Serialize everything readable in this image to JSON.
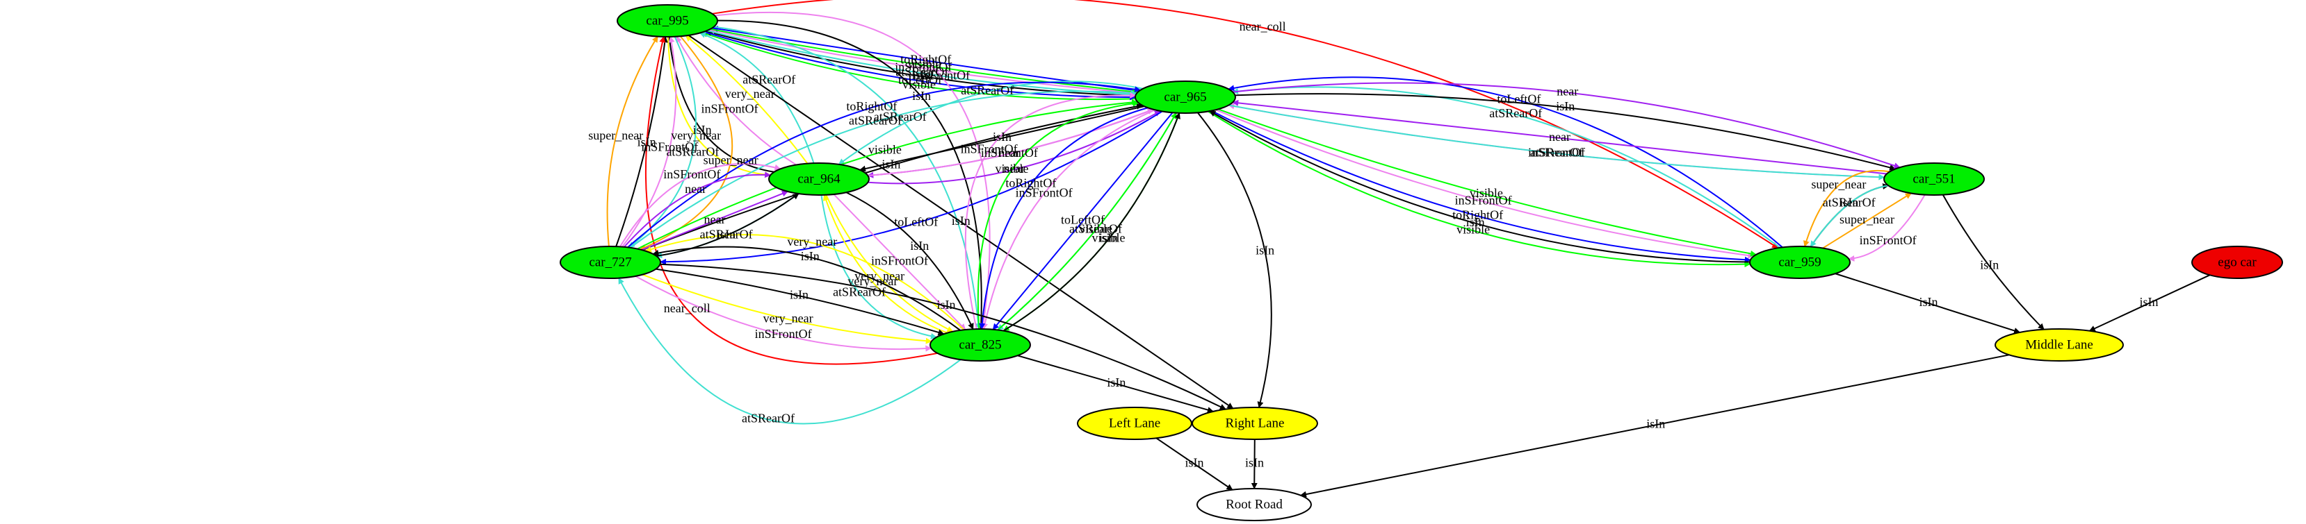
{
  "diagram": {
    "nodes": [
      {
        "id": "car_995",
        "label": "car_995",
        "fill": "#00ee00"
      },
      {
        "id": "car_965",
        "label": "car_965",
        "fill": "#00ee00"
      },
      {
        "id": "car_964",
        "label": "car_964",
        "fill": "#00ee00"
      },
      {
        "id": "car_727",
        "label": "car_727",
        "fill": "#00ee00"
      },
      {
        "id": "car_825",
        "label": "car_825",
        "fill": "#00ee00"
      },
      {
        "id": "car_551",
        "label": "car_551",
        "fill": "#00ee00"
      },
      {
        "id": "car_959",
        "label": "car_959",
        "fill": "#00ee00"
      },
      {
        "id": "ego_car",
        "label": "ego car",
        "fill": "#ee0000"
      },
      {
        "id": "middle_lane",
        "label": "Middle Lane",
        "fill": "#ffff00"
      },
      {
        "id": "right_lane",
        "label": "Right Lane",
        "fill": "#ffff00"
      },
      {
        "id": "left_lane",
        "label": "Left Lane",
        "fill": "#ffff00"
      },
      {
        "id": "root_road",
        "label": "Root Road",
        "fill": "#ffffff"
      }
    ],
    "edge_colors": {
      "isIn": "#000000",
      "inSFrontOf": "#ee82ee",
      "atSRearOf": "#40e0d0",
      "near": "#a020f0",
      "super_near": "#ffa500",
      "very_near": "#ffff00",
      "visible": "#00ff00",
      "toLeftOf": "#0000ff",
      "toRightOf": "#0000ff",
      "near_coll": "#ff0000"
    },
    "edges": [
      {
        "from": "car_965",
        "to": "car_995",
        "label": "visible"
      },
      {
        "from": "car_965",
        "to": "car_995",
        "label": "isIn"
      },
      {
        "from": "car_965",
        "to": "car_995",
        "label": "inSFrontOf"
      },
      {
        "from": "car_965",
        "to": "car_995",
        "label": "toRightOf"
      },
      {
        "from": "car_995",
        "to": "car_965",
        "label": "visible"
      },
      {
        "from": "car_995",
        "to": "car_965",
        "label": "atSRearOf"
      },
      {
        "from": "car_995",
        "to": "car_965",
        "label": "toLeftOf"
      },
      {
        "from": "car_964",
        "to": "car_995",
        "label": "isIn"
      },
      {
        "from": "car_964",
        "to": "car_995",
        "label": "inSFrontOf"
      },
      {
        "from": "car_964",
        "to": "car_995",
        "label": "very_near"
      },
      {
        "from": "car_964",
        "to": "car_995",
        "label": "atSRearOf"
      },
      {
        "from": "car_995",
        "to": "car_964",
        "label": "very_near"
      },
      {
        "from": "car_995",
        "to": "car_727",
        "label": "super_near"
      },
      {
        "from": "car_995",
        "to": "car_727",
        "label": "atSRearOf"
      },
      {
        "from": "car_727",
        "to": "car_995",
        "label": "super_near"
      },
      {
        "from": "car_727",
        "to": "car_995",
        "label": "isIn"
      },
      {
        "from": "car_727",
        "to": "car_995",
        "label": "inSFrontOf"
      },
      {
        "from": "car_995",
        "to": "car_825",
        "label": "isIn"
      },
      {
        "from": "car_995",
        "to": "car_825",
        "label": "inSFrontOf"
      },
      {
        "from": "car_825",
        "to": "car_995",
        "label": "near_coll"
      },
      {
        "from": "car_995",
        "to": "car_825",
        "label": "atSRearOf"
      },
      {
        "from": "car_995",
        "to": "car_959",
        "label": "near_coll"
      },
      {
        "from": "car_995",
        "to": "right_lane",
        "label": "isIn"
      },
      {
        "from": "car_965",
        "to": "car_964",
        "label": "near"
      },
      {
        "from": "car_965",
        "to": "car_964",
        "label": "isIn"
      },
      {
        "from": "car_964",
        "to": "car_965",
        "label": "inSFrontOf"
      },
      {
        "from": "car_964",
        "to": "car_965",
        "label": "near"
      },
      {
        "from": "car_965",
        "to": "car_964",
        "label": "atSRearOf"
      },
      {
        "from": "car_727",
        "to": "car_965",
        "label": "atSRearOf"
      },
      {
        "from": "car_965",
        "to": "car_727",
        "label": "toLeftOf"
      },
      {
        "from": "car_727",
        "to": "car_965",
        "label": "visible"
      },
      {
        "from": "car_727",
        "to": "car_965",
        "label": "isIn"
      },
      {
        "from": "car_825",
        "to": "car_965",
        "label": "inSFrontOf"
      },
      {
        "from": "car_825",
        "to": "car_965",
        "label": "visible"
      },
      {
        "from": "car_727",
        "to": "car_965",
        "label": "toRightOf"
      },
      {
        "from": "car_965",
        "to": "car_825",
        "label": "visible"
      },
      {
        "from": "car_965",
        "to": "car_825",
        "label": "atSRearOf"
      },
      {
        "from": "car_965",
        "to": "car_825",
        "label": "toLeftOf"
      },
      {
        "from": "car_825",
        "to": "car_965",
        "label": "visible"
      },
      {
        "from": "car_825",
        "to": "car_965",
        "label": "isIn"
      },
      {
        "from": "car_965",
        "to": "car_825",
        "label": "inSFrontOf"
      },
      {
        "from": "car_965",
        "to": "car_825",
        "label": "toRightOf"
      },
      {
        "from": "car_965",
        "to": "right_lane",
        "label": "isIn"
      },
      {
        "from": "car_965",
        "to": "car_959",
        "label": "inSFrontOf"
      },
      {
        "from": "car_965",
        "to": "car_959",
        "label": "toRightOf"
      },
      {
        "from": "car_965",
        "to": "car_959",
        "label": "visible"
      },
      {
        "from": "car_959",
        "to": "car_965",
        "label": "atSRearOf"
      },
      {
        "from": "car_959",
        "to": "car_965",
        "label": "toLeftOf"
      },
      {
        "from": "car_965",
        "to": "car_551",
        "label": "isIn"
      },
      {
        "from": "car_551",
        "to": "car_965",
        "label": "inSFrontOf"
      },
      {
        "from": "car_551",
        "to": "car_965",
        "label": "near"
      },
      {
        "from": "car_965",
        "to": "car_551",
        "label": "atSRearOf"
      },
      {
        "from": "car_965",
        "to": "car_551",
        "label": "near"
      },
      {
        "from": "car_965",
        "to": "car_959",
        "label": "visible"
      },
      {
        "from": "car_959",
        "to": "car_965",
        "label": "isIn"
      },
      {
        "from": "car_727",
        "to": "car_964",
        "label": "near"
      },
      {
        "from": "car_964",
        "to": "car_727",
        "label": "atSRearOf"
      },
      {
        "from": "car_727",
        "to": "car_964",
        "label": "near"
      },
      {
        "from": "car_727",
        "to": "car_964",
        "label": "isIn"
      },
      {
        "from": "car_727",
        "to": "car_964",
        "label": "inSFrontOf"
      },
      {
        "from": "car_964",
        "to": "car_825",
        "label": "isIn"
      },
      {
        "from": "car_964",
        "to": "car_825",
        "label": "inSFrontOf"
      },
      {
        "from": "car_964",
        "to": "car_825",
        "label": "very_near"
      },
      {
        "from": "car_964",
        "to": "car_825",
        "label": "atSRearOf"
      },
      {
        "from": "car_825",
        "to": "car_964",
        "label": "very_near"
      },
      {
        "from": "car_727",
        "to": "car_825",
        "label": "isIn"
      },
      {
        "from": "car_727",
        "to": "car_825",
        "label": "very_near"
      },
      {
        "from": "car_727",
        "to": "car_825",
        "label": "inSFrontOf"
      },
      {
        "from": "car_825",
        "to": "car_727",
        "label": "isIn"
      },
      {
        "from": "car_825",
        "to": "car_727",
        "label": "very_near"
      },
      {
        "from": "car_825",
        "to": "car_727",
        "label": "atSRearOf"
      },
      {
        "from": "car_727",
        "to": "right_lane",
        "label": "isIn"
      },
      {
        "from": "car_959",
        "to": "car_551",
        "label": "isIn"
      },
      {
        "from": "car_959",
        "to": "car_551",
        "label": "super_near"
      },
      {
        "from": "car_551",
        "to": "car_959",
        "label": "atSRearOf"
      },
      {
        "from": "car_551",
        "to": "car_959",
        "label": "super_near"
      },
      {
        "from": "car_551",
        "to": "car_959",
        "label": "inSFrontOf"
      },
      {
        "from": "car_551",
        "to": "middle_lane",
        "label": "isIn"
      },
      {
        "from": "car_959",
        "to": "middle_lane",
        "label": "isIn"
      },
      {
        "from": "ego_car",
        "to": "middle_lane",
        "label": "isIn"
      },
      {
        "from": "car_825",
        "to": "right_lane",
        "label": "isIn"
      },
      {
        "from": "middle_lane",
        "to": "root_road",
        "label": "isIn"
      },
      {
        "from": "left_lane",
        "to": "root_road",
        "label": "isIn"
      },
      {
        "from": "right_lane",
        "to": "root_road",
        "label": "isIn"
      }
    ]
  }
}
